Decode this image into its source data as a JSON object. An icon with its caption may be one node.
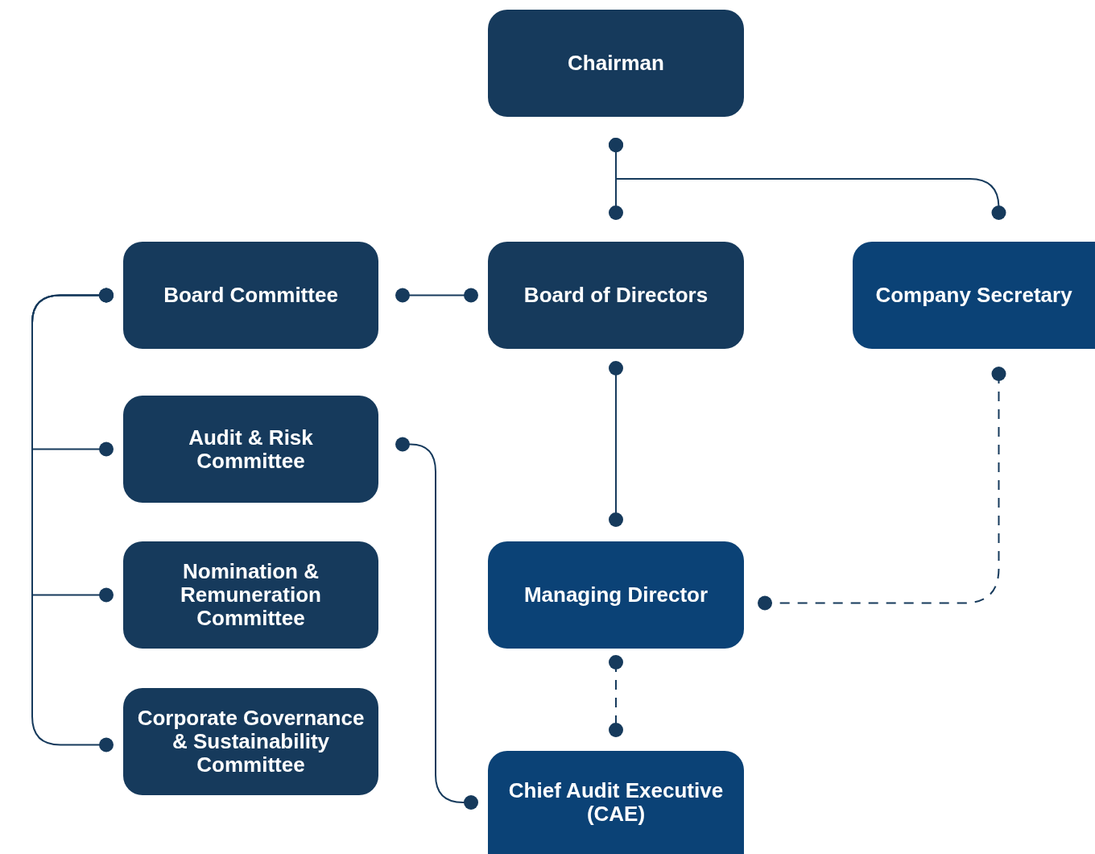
{
  "diagram": {
    "nodes": [
      {
        "text": [
          "Chairman"
        ]
      },
      {
        "text": [
          "Board Committee"
        ]
      },
      {
        "text": [
          "Board of Directors"
        ]
      },
      {
        "text": [
          "Company Secretary"
        ]
      },
      {
        "text": [
          "Audit & Risk Committee"
        ]
      },
      {
        "text": [
          "Managing Director"
        ]
      },
      {
        "text": [
          "Nomination & Remuneration Committee"
        ]
      },
      {
        "text": [
          "Corporate Governance & Sustainability Committee"
        ]
      },
      {
        "text": [
          "Chief Audit Executive (CAE)"
        ]
      }
    ],
    "edges": [
      {
        "from": 0,
        "to": 2,
        "arrow": "other"
      },
      {
        "from": 0,
        "to": 3,
        "arrow": "other"
      },
      {
        "from": 2,
        "to": 1,
        "arrow": "other"
      },
      {
        "from": 1,
        "to": 4,
        "arrow": "other"
      },
      {
        "from": 1,
        "to": 6,
        "arrow": "other"
      },
      {
        "from": 1,
        "to": 7,
        "arrow": "other"
      },
      {
        "from": 2,
        "to": 5,
        "arrow": "other"
      },
      {
        "from": 3,
        "to": 5,
        "arrow": "other",
        "style": "dashed"
      },
      {
        "from": 5,
        "to": 8,
        "arrow": "other",
        "style": "dashed"
      },
      {
        "from": 4,
        "to": 8,
        "arrow": "other"
      }
    ]
  }
}
